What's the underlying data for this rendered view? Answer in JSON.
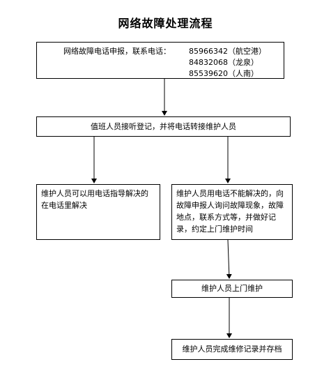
{
  "title": "网络故障处理流程",
  "steps": {
    "report": {
      "label": "网络故障电话申报，联系电话：",
      "phones": [
        "85966342（航空港）",
        "84832068（龙泉）",
        "85539620（人南）"
      ]
    },
    "duty": "值班人员接听登记，并将电话转接维护人员",
    "phone_guide": "维护人员可以用电话指导解决的在电话里解决",
    "on_site_info": "维护人员用电话不能解决的，向故障申报人询问故障现象，故障地点，联系方式等，并做好记录，约定上门维护时间",
    "on_site": "维护人员上门维护",
    "record": "维护人员完成维修记录并存档"
  }
}
